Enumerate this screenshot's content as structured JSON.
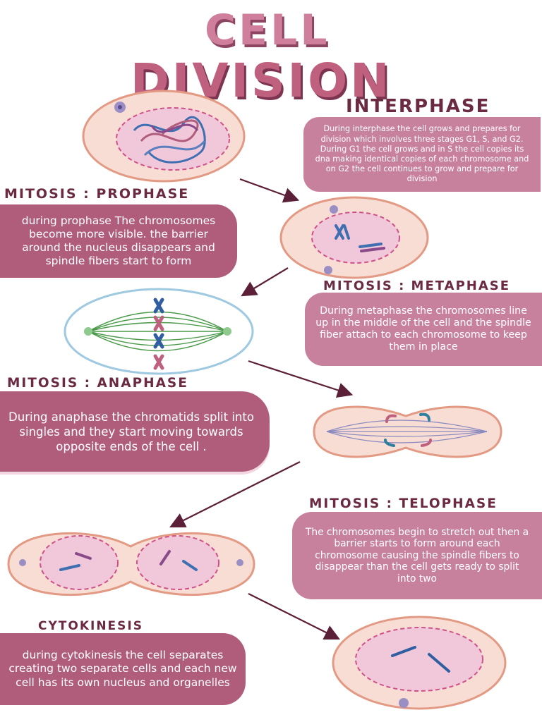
{
  "title": {
    "line1": "CELL",
    "line2": "DIVISION"
  },
  "stages": {
    "interphase": {
      "heading": "INTERPHASE",
      "text": "During interphase the cell grows and prepares for division which involves three stages G1, S, and G2. During G1 the cell grows and in S the cell copies its dna making identical copies of each chromosome and on G2 the cell continues to grow and prepare for division"
    },
    "prophase": {
      "heading": "MITOSIS : PROPHASE",
      "text": "during prophase The chromosomes become more visible. the barrier around the nucleus disappears and spindle fibers start to form"
    },
    "metaphase": {
      "heading": "MITOSIS : METAPHASE",
      "text": "During metaphase the chromosomes line up in the middle of the cell and the spindle fiber attach to each chromosome to keep them in place"
    },
    "anaphase": {
      "heading": "MITOSIS : ANAPHASE",
      "text": "During anaphase the chromatids split into singles and they start moving towards opposite ends of the cell ."
    },
    "telophase": {
      "heading": "MITOSIS : TELOPHASE",
      "text": "The chromosomes begin to stretch out then a barrier starts to form around each chromosome causing the spindle fibers to disappear than the cell gets ready to split into two"
    },
    "cytokinesis": {
      "heading": "CYTOKINESIS",
      "text": "during cytokinesis the cell separates creating two separate cells  and each new cell has its own nucleus and organelles"
    }
  },
  "colors": {
    "box_pink": "#c8819d",
    "box_dark": "#b05d7b",
    "heading": "#6b2a42",
    "cell_fill": "#f8ddd4",
    "cell_border": "#e39a84",
    "nucleus_fill": "#f0c8da",
    "nucleus_border": "#d0508a",
    "arrow": "#5c1f38"
  }
}
